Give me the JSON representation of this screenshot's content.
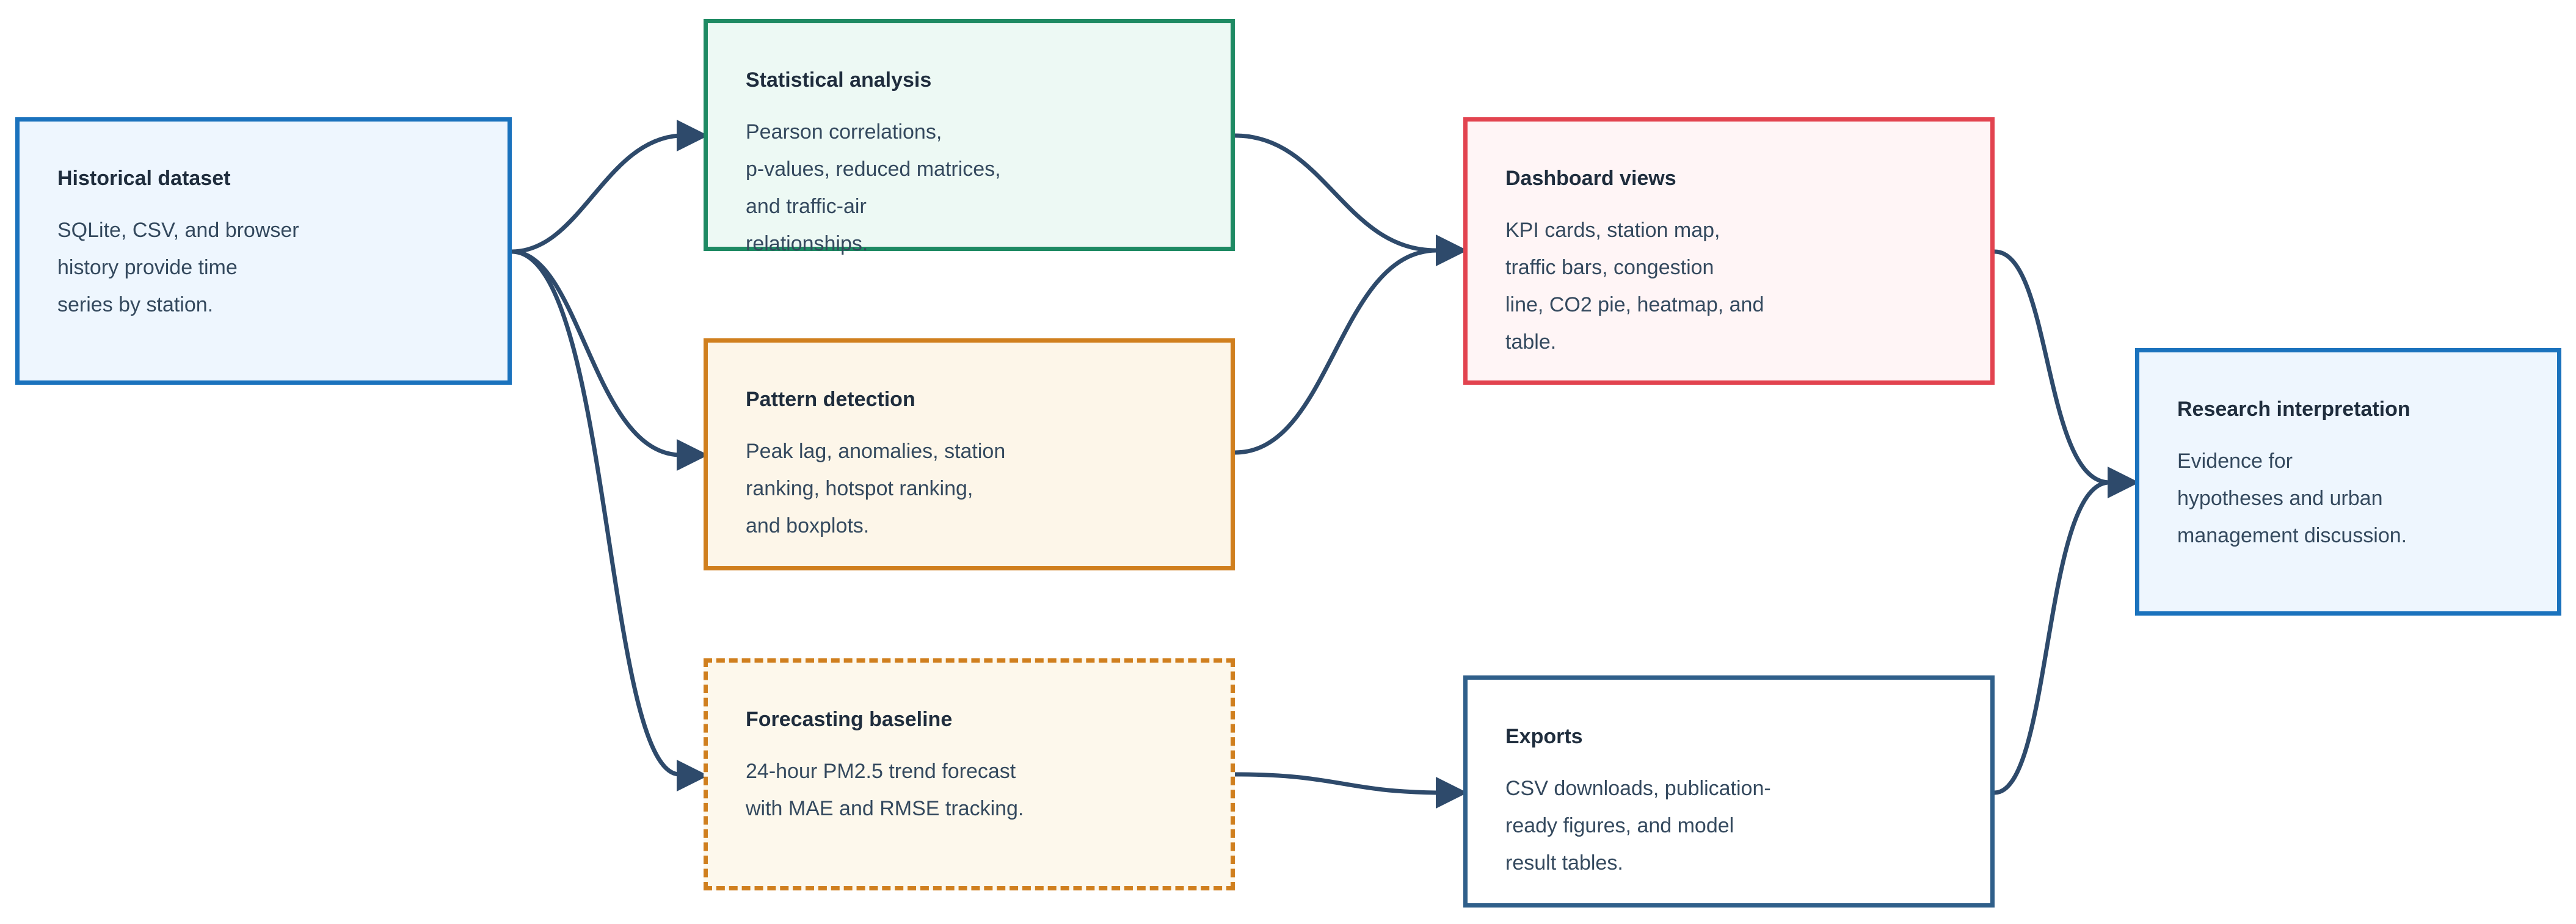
{
  "colors": {
    "arrow": "#2e4a6b",
    "node-dataset": {
      "border": "#1a72bd",
      "fill": "#eef6fe"
    },
    "node-stats": {
      "border": "#1e8a63",
      "fill": "#edf9f4"
    },
    "node-pattern": {
      "border": "#d07f1e",
      "fill": "#fdf6e9"
    },
    "node-forecast": {
      "border": "#d07f1e",
      "fill": "#fdf8ec"
    },
    "node-dashboard": {
      "border": "#e2434f",
      "fill": "#fff5f6"
    },
    "node-exports": {
      "border": "#2f5f8a",
      "fill": "#ffffff"
    },
    "node-research": {
      "border": "#1a72bd",
      "fill": "#eef6fe"
    }
  },
  "nodes": {
    "dataset": {
      "title": "Historical dataset",
      "lines": [
        "SQLite, CSV, and browser",
        "history provide time",
        "series by station."
      ]
    },
    "stats": {
      "title": "Statistical analysis",
      "lines": [
        "Pearson correlations,",
        "p-values, reduced matrices,",
        "and traffic-air",
        "relationships."
      ]
    },
    "pattern": {
      "title": "Pattern detection",
      "lines": [
        "Peak lag, anomalies, station",
        "ranking, hotspot ranking,",
        "and boxplots."
      ]
    },
    "forecast": {
      "title": "Forecasting baseline",
      "lines": [
        "24-hour PM2.5 trend forecast",
        "with MAE and RMSE tracking."
      ]
    },
    "dashboard": {
      "title": "Dashboard views",
      "lines": [
        "KPI cards, station map,",
        "traffic bars, congestion",
        "line, CO2 pie, heatmap, and",
        "table."
      ]
    },
    "exports": {
      "title": "Exports",
      "lines": [
        "CSV downloads, publication-",
        "ready figures, and model",
        "result tables."
      ]
    },
    "research": {
      "title": "Research interpretation",
      "lines": [
        "Evidence for",
        "hypotheses and urban",
        "management discussion."
      ]
    }
  }
}
